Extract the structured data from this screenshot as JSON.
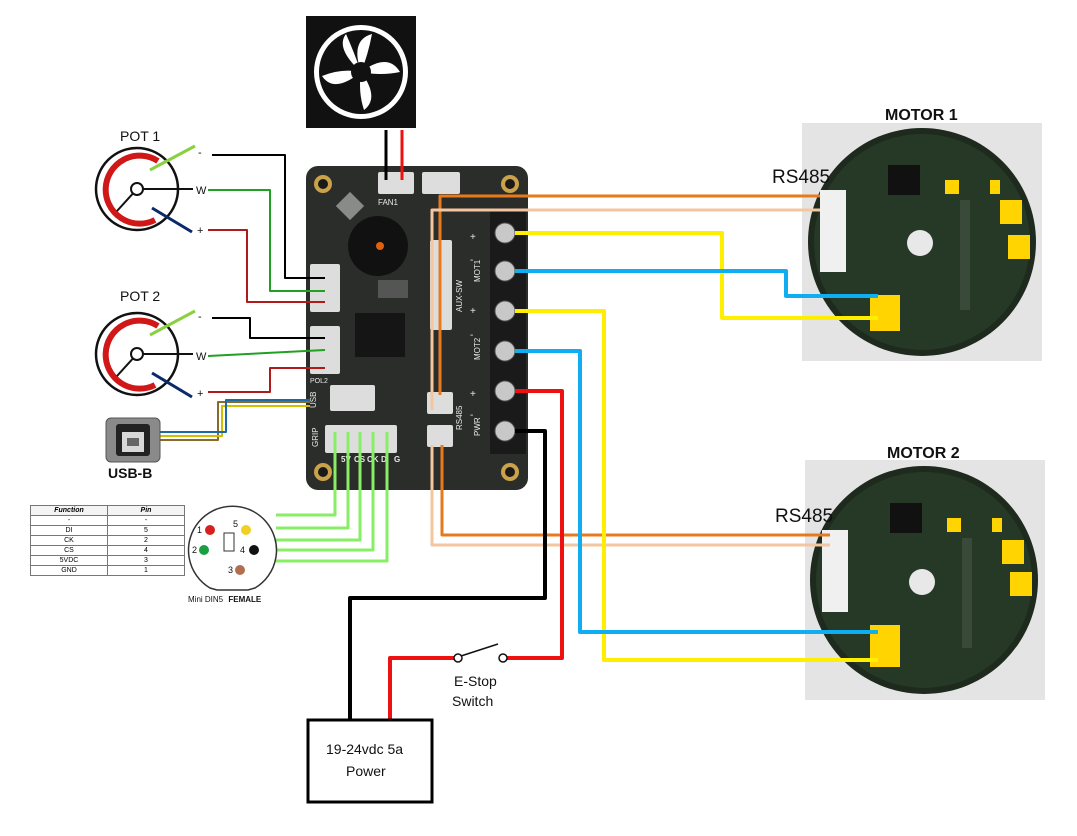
{
  "pots": [
    {
      "title": "POT 1",
      "pins": [
        "-",
        "W",
        "+"
      ]
    },
    {
      "title": "POT 2",
      "pins": [
        "-",
        "W",
        "+"
      ]
    }
  ],
  "usb": {
    "label": "USB-B"
  },
  "motors": [
    {
      "title": "MOTOR 1",
      "port_label": "RS485"
    },
    {
      "title": "MOTOR 2",
      "port_label": "RS485"
    }
  ],
  "power": {
    "line1": "19-24vdc 5a",
    "line2": "Power"
  },
  "estop": {
    "line1": "E-Stop",
    "line2": "Switch"
  },
  "din": {
    "caption_plain": "Mini DIN5",
    "caption_bold": "FEMALE",
    "pin_numbers": [
      "1",
      "5",
      "2",
      "4",
      "3"
    ]
  },
  "pin_table": {
    "headers": [
      "Function",
      "Pin"
    ],
    "rows": [
      [
        "-",
        "-"
      ],
      [
        "DI",
        "5"
      ],
      [
        "CK",
        "2"
      ],
      [
        "CS",
        "4"
      ],
      [
        "5VDC",
        "3"
      ],
      [
        "GND",
        "1"
      ]
    ]
  },
  "board": {
    "silk": {
      "fan": "FAN1",
      "mot1": "MOT1",
      "mot2": "MOT2",
      "pwr": "PWR",
      "aux": "AUX-SW",
      "usb": "USB",
      "grip": "GRIP",
      "rs485": "RS485",
      "pol2": "POL2",
      "grip_pins": [
        "5V",
        "CS",
        "CK",
        "DI",
        "G"
      ],
      "terminal_signs": [
        "+",
        "-",
        "+",
        "-",
        "+",
        "-"
      ]
    }
  },
  "colors": {
    "black": "#000000",
    "red": "#ee1111",
    "green": "#22a022",
    "navy": "#0b2a6b",
    "orange": "#e87a1e",
    "peach": "#f4c6a0",
    "yellow": "#ffee00",
    "cyan": "#10aef0",
    "lightgreen": "#88ee66",
    "board": "#2b2d2b"
  }
}
